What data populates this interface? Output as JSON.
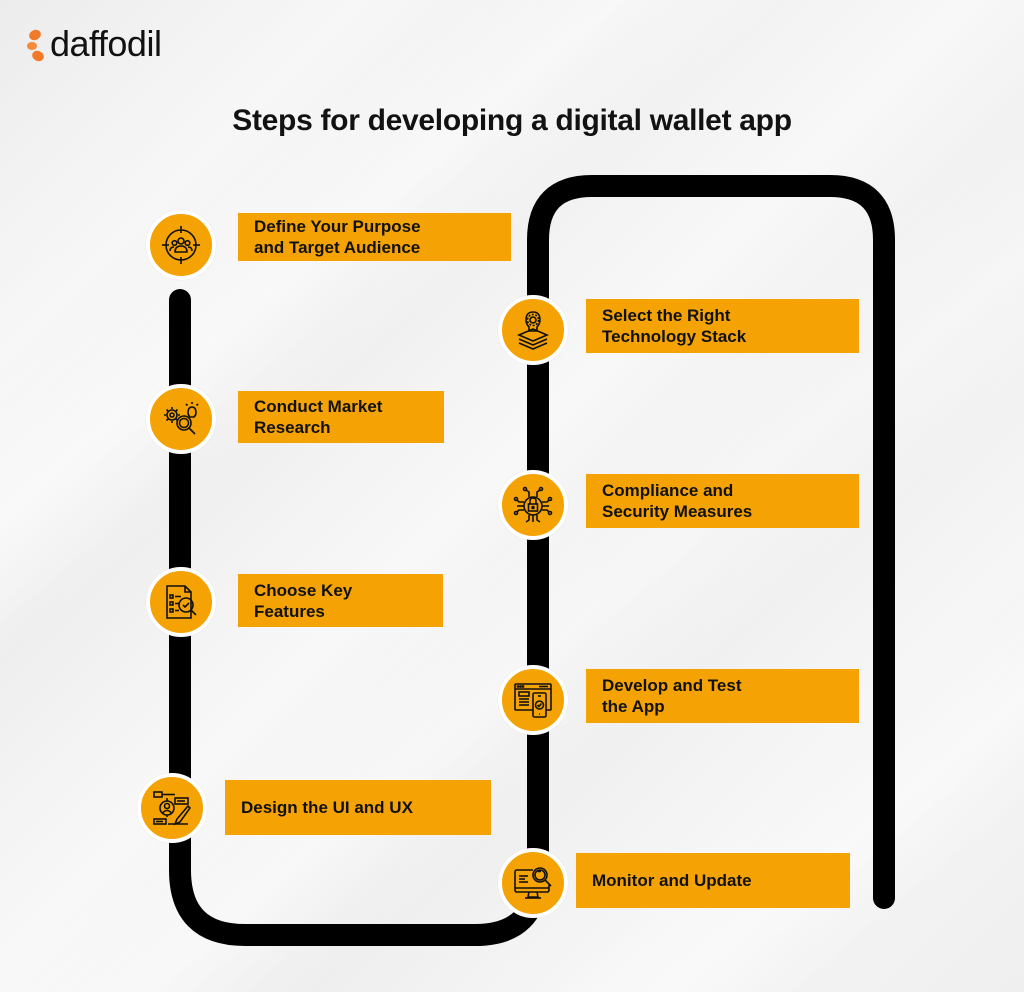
{
  "brand": {
    "logo_text": "daffodil",
    "logo_icon": "daffodil-flower-icon",
    "logo_color": "#f07a2a"
  },
  "title": "Steps for developing a digital wallet app",
  "colors": {
    "accent": "#f5a304",
    "track": "#000000",
    "background": "#f1f1f1",
    "text": "#111111"
  },
  "steps": [
    {
      "label": "Define Your Purpose\nand Target Audience",
      "icon": "target-audience-icon"
    },
    {
      "label": "Conduct Market\nResearch",
      "icon": "market-research-icon"
    },
    {
      "label": "Choose Key\nFeatures",
      "icon": "feature-checklist-icon"
    },
    {
      "label": "Design the UI and UX",
      "icon": "ui-ux-design-icon"
    },
    {
      "label": "Select the Right\nTechnology Stack",
      "icon": "technology-stack-icon"
    },
    {
      "label": "Compliance and\nSecurity Measures",
      "icon": "security-lock-icon"
    },
    {
      "label": "Develop and Test\nthe App",
      "icon": "develop-test-icon"
    },
    {
      "label": "Monitor and Update",
      "icon": "monitor-update-icon"
    }
  ]
}
